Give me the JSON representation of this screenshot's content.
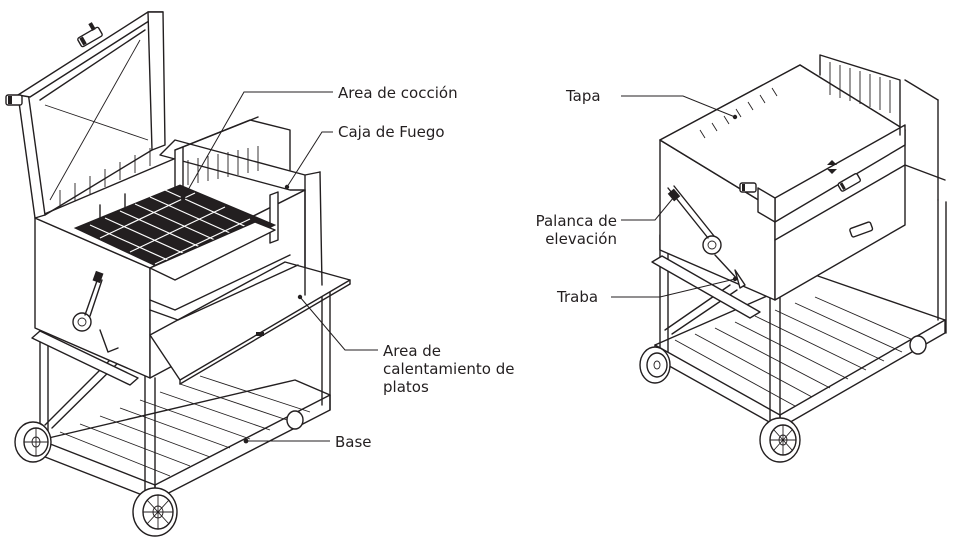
{
  "labels": {
    "area_coccion": "Area de cocción",
    "caja_fuego": "Caja de Fuego",
    "area_calentamiento": "Area de\ncalentamiento de\nplatos",
    "base": "Base",
    "tapa": "Tapa",
    "palanca": "Palanca de\nelevación",
    "traba": "Traba"
  }
}
